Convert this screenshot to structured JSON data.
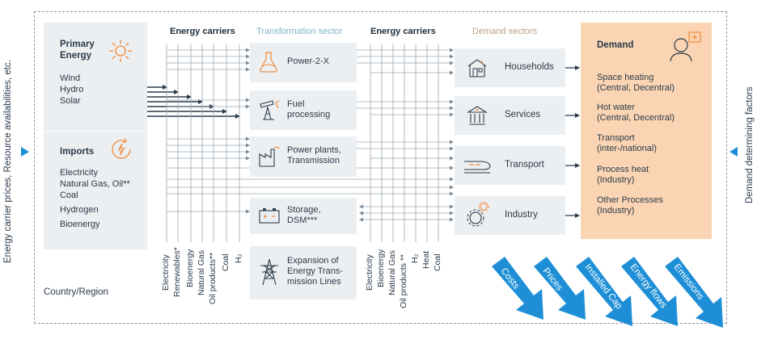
{
  "left_side_label": "Energy carrier prices, Resource availabilities, etc.",
  "right_side_label": "Demand determining factors",
  "primary": {
    "title_line1": "Primary",
    "title_line2": "Energy",
    "items": [
      "Wind",
      "Hydro",
      "Solar"
    ]
  },
  "imports": {
    "title": "Imports",
    "items": [
      "Electricity",
      "Natural Gas, Oil**",
      "Coal",
      "Hydrogen",
      "Bioenergy"
    ]
  },
  "headers": {
    "energy_carriers_1": "Energy carriers",
    "transformation": "Transformation sector",
    "energy_carriers_2": "Energy carriers",
    "demand_sectors": "Demand sectors"
  },
  "transformation_boxes": [
    {
      "line1": "Power-2-X",
      "line2": ""
    },
    {
      "line1": "Fuel",
      "line2": "processing"
    },
    {
      "line1": "Power plants,",
      "line2": "Transmission"
    },
    {
      "line1": "Storage,",
      "line2": "DSM***"
    },
    {
      "line1": "Expansion of",
      "line2": "Energy Trans-",
      "line3": "mission Lines"
    }
  ],
  "carriers_left": [
    "Electricity",
    "Renewables*",
    "Bioenergy",
    "Natural Gas",
    "Oil products**",
    "Coal",
    "H₂"
  ],
  "carriers_right": [
    "Electricity",
    "Bioenergy",
    "Natural Gas",
    "Oil products **",
    "H₂",
    "Heat",
    "Coal"
  ],
  "demand_sectors": [
    "Households",
    "Services",
    "Transport",
    "Industry"
  ],
  "demand": {
    "title": "Demand",
    "items": [
      {
        "line1": "Space heating",
        "line2": "(Central, Decentral)"
      },
      {
        "line1": "Hot water",
        "line2": "(Central, Decentral)"
      },
      {
        "line1": "Transport",
        "line2": "(inter-/national)"
      },
      {
        "line1": "Process heat",
        "line2": "(Industry)"
      },
      {
        "line1": "Other Processes",
        "line2": "(Industry)"
      }
    ]
  },
  "region_label": "Country/Region",
  "results": [
    "Costs",
    "Prices",
    "Installed Cap",
    "Energy flows",
    "Emissions"
  ],
  "colors": {
    "box_grey": "#eceff1",
    "demand_orange": "#fbd5b3",
    "result_blue": "#1e8fd6",
    "icon_orange": "#f08a3c",
    "line_dark": "#2a3a4a",
    "header_light": "#7fb3c8",
    "header_tan": "#b89f88"
  }
}
